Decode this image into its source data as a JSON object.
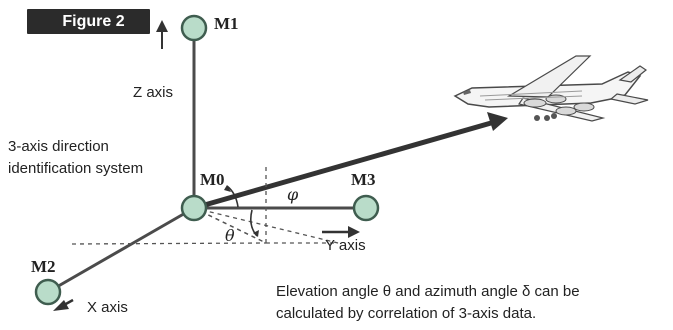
{
  "figure_label": "Figure 2",
  "nodes": {
    "m1": "M1",
    "m0": "M0",
    "m2": "M2",
    "m3": "M3"
  },
  "axes": {
    "z": "Z axis",
    "y": "Y axis",
    "x": "X axis"
  },
  "angles": {
    "phi": "φ",
    "theta": "θ"
  },
  "system_label": {
    "line1": "3-axis direction",
    "line2": "identification system"
  },
  "caption": {
    "line1": "Elevation angle θ and azimuth angle δ can be",
    "line2": "calculated by correlation of 3-axis data."
  },
  "colors": {
    "node_fill": "#b9dcc9",
    "node_stroke": "#3f5d4f",
    "line": "#3a3a3a",
    "badge_bg": "#2b2b2b"
  }
}
